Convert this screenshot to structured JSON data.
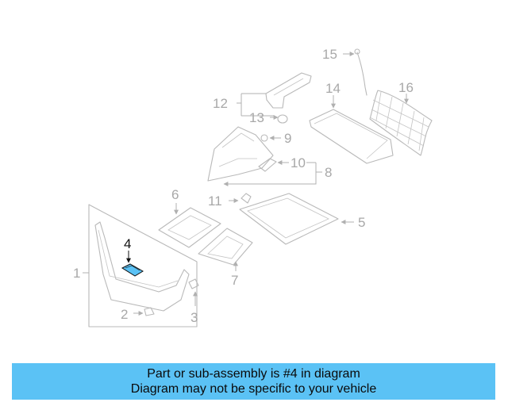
{
  "diagram": {
    "callouts": {
      "p1": "1",
      "p2": "2",
      "p3": "3",
      "p4": "4",
      "p5": "5",
      "p6": "6",
      "p7": "7",
      "p8": "8",
      "p9": "9",
      "p10": "10",
      "p11": "11",
      "p12": "12",
      "p13": "13",
      "p14": "14",
      "p15": "15",
      "p16": "16"
    },
    "highlight_part": "4",
    "colors": {
      "highlight_fill": "#5bc2f5",
      "line": "#b9b9b9",
      "banner": "#5bc2f5"
    }
  },
  "banner": {
    "line1": "Part or sub-assembly is #4 in diagram",
    "line2": "Diagram may not be specific to your vehicle"
  }
}
